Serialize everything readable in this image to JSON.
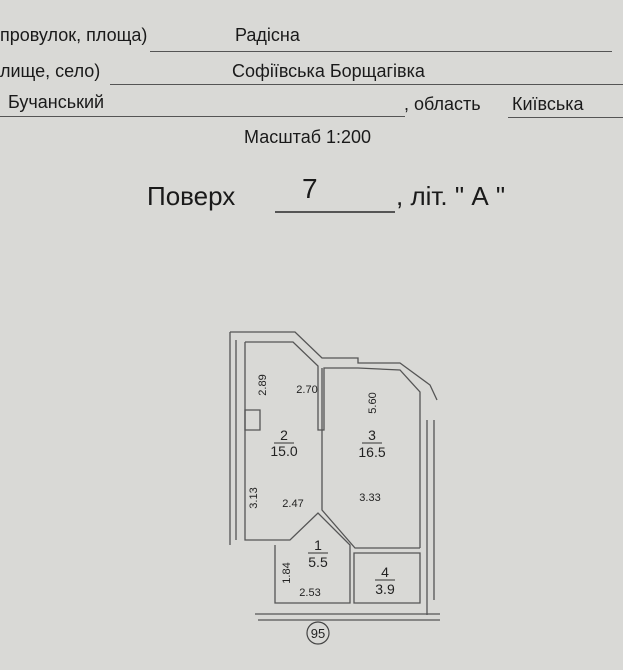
{
  "header": {
    "street_label": "провулок, площа)",
    "street_value": "Радісна",
    "settlement_label": "лище, село)",
    "settlement_value": "Софіївська Борщагівка",
    "district_value": "Бучанський",
    "region_label": ", область",
    "region_value": "Київська",
    "scale": "Масштаб  1:200"
  },
  "floor": {
    "label": "Поверх",
    "number": "7",
    "liter_label": ", літ. \" А \""
  },
  "plan": {
    "rooms": [
      {
        "number": "1",
        "area": "5.5"
      },
      {
        "number": "2",
        "area": "15.0"
      },
      {
        "number": "3",
        "area": "16.5"
      },
      {
        "number": "4",
        "area": "3.9"
      }
    ],
    "dimensions": [
      "2.89",
      "2.70",
      "5.60",
      "3.13",
      "2.47",
      "3.33",
      "1.84",
      "2.53"
    ],
    "apartment_number": "95"
  }
}
